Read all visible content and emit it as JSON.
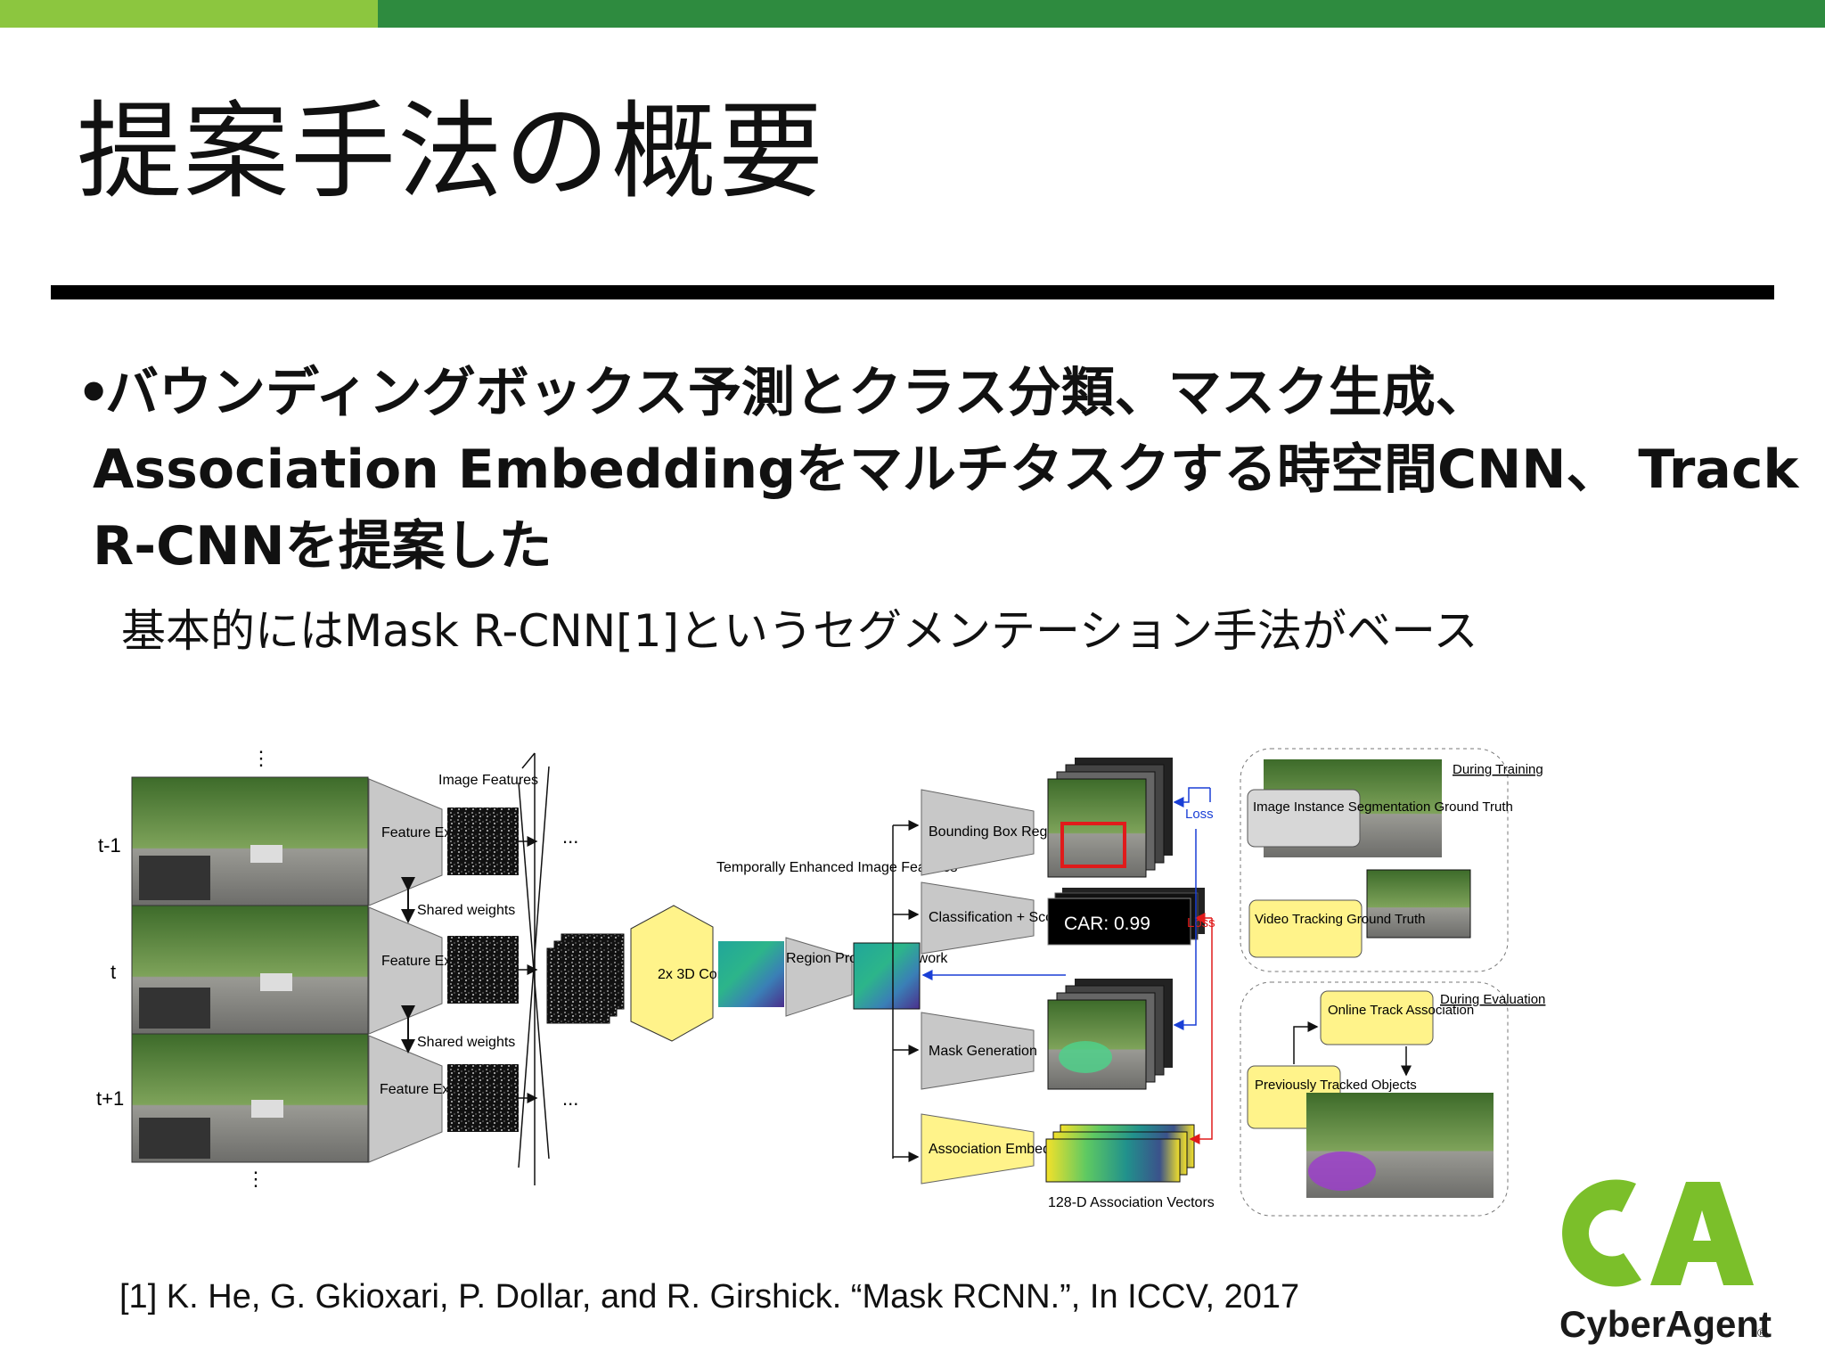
{
  "slide": {
    "title": "提案手法の概要",
    "bullet_marker": "•",
    "bullet_lines": [
      "バウンディングボックス予測とクラス分類、マスク生成、",
      "Association Embeddingをマルチタスクする時空間CNN、 Track",
      "R-CNNを提案した"
    ],
    "sub_text": "基本的にはMask R-CNN[1]というセグメンテーション手法がベース",
    "reference": "[1] K. He, G. Gkioxari, P. Dollar, and R. Girshick. “Mask RCNN.”,  In ICCV, 2017",
    "colors": {
      "top_bar": "#2e8b3f",
      "top_bar_accent": "#8cc63f",
      "rule": "#000000",
      "logo_green": "#7bbf2a"
    }
  },
  "figure": {
    "frame_labels": [
      "t-1",
      "t",
      "t+1"
    ],
    "feature_extraction": "Feature Extraction",
    "image_features": "Image Features",
    "shared_weights": "Shared weights",
    "ellipsis": "...",
    "vdots": "⋮",
    "conv3d": "2x 3D Conv",
    "temporally_enhanced": "Temporally Enhanced Image Features",
    "rpn": "Region Proposal Network",
    "heads": [
      "Bounding Box Regression",
      "Classification + Scoring",
      "Mask Generation",
      "Association Embedding"
    ],
    "class_score": "CAR: 0.99",
    "association_vectors": "128-D Association Vectors",
    "loss": "Loss",
    "during_training": "During Training",
    "during_evaluation": "During Evaluation",
    "seg_gt": "Image Instance Segmentation Ground Truth",
    "track_gt": "Video Tracking Ground Truth",
    "online_assoc": "Online Track Association",
    "prev_tracked": "Previously Tracked Objects"
  },
  "logo": {
    "text": "CyberAgent",
    "mark": "®"
  }
}
